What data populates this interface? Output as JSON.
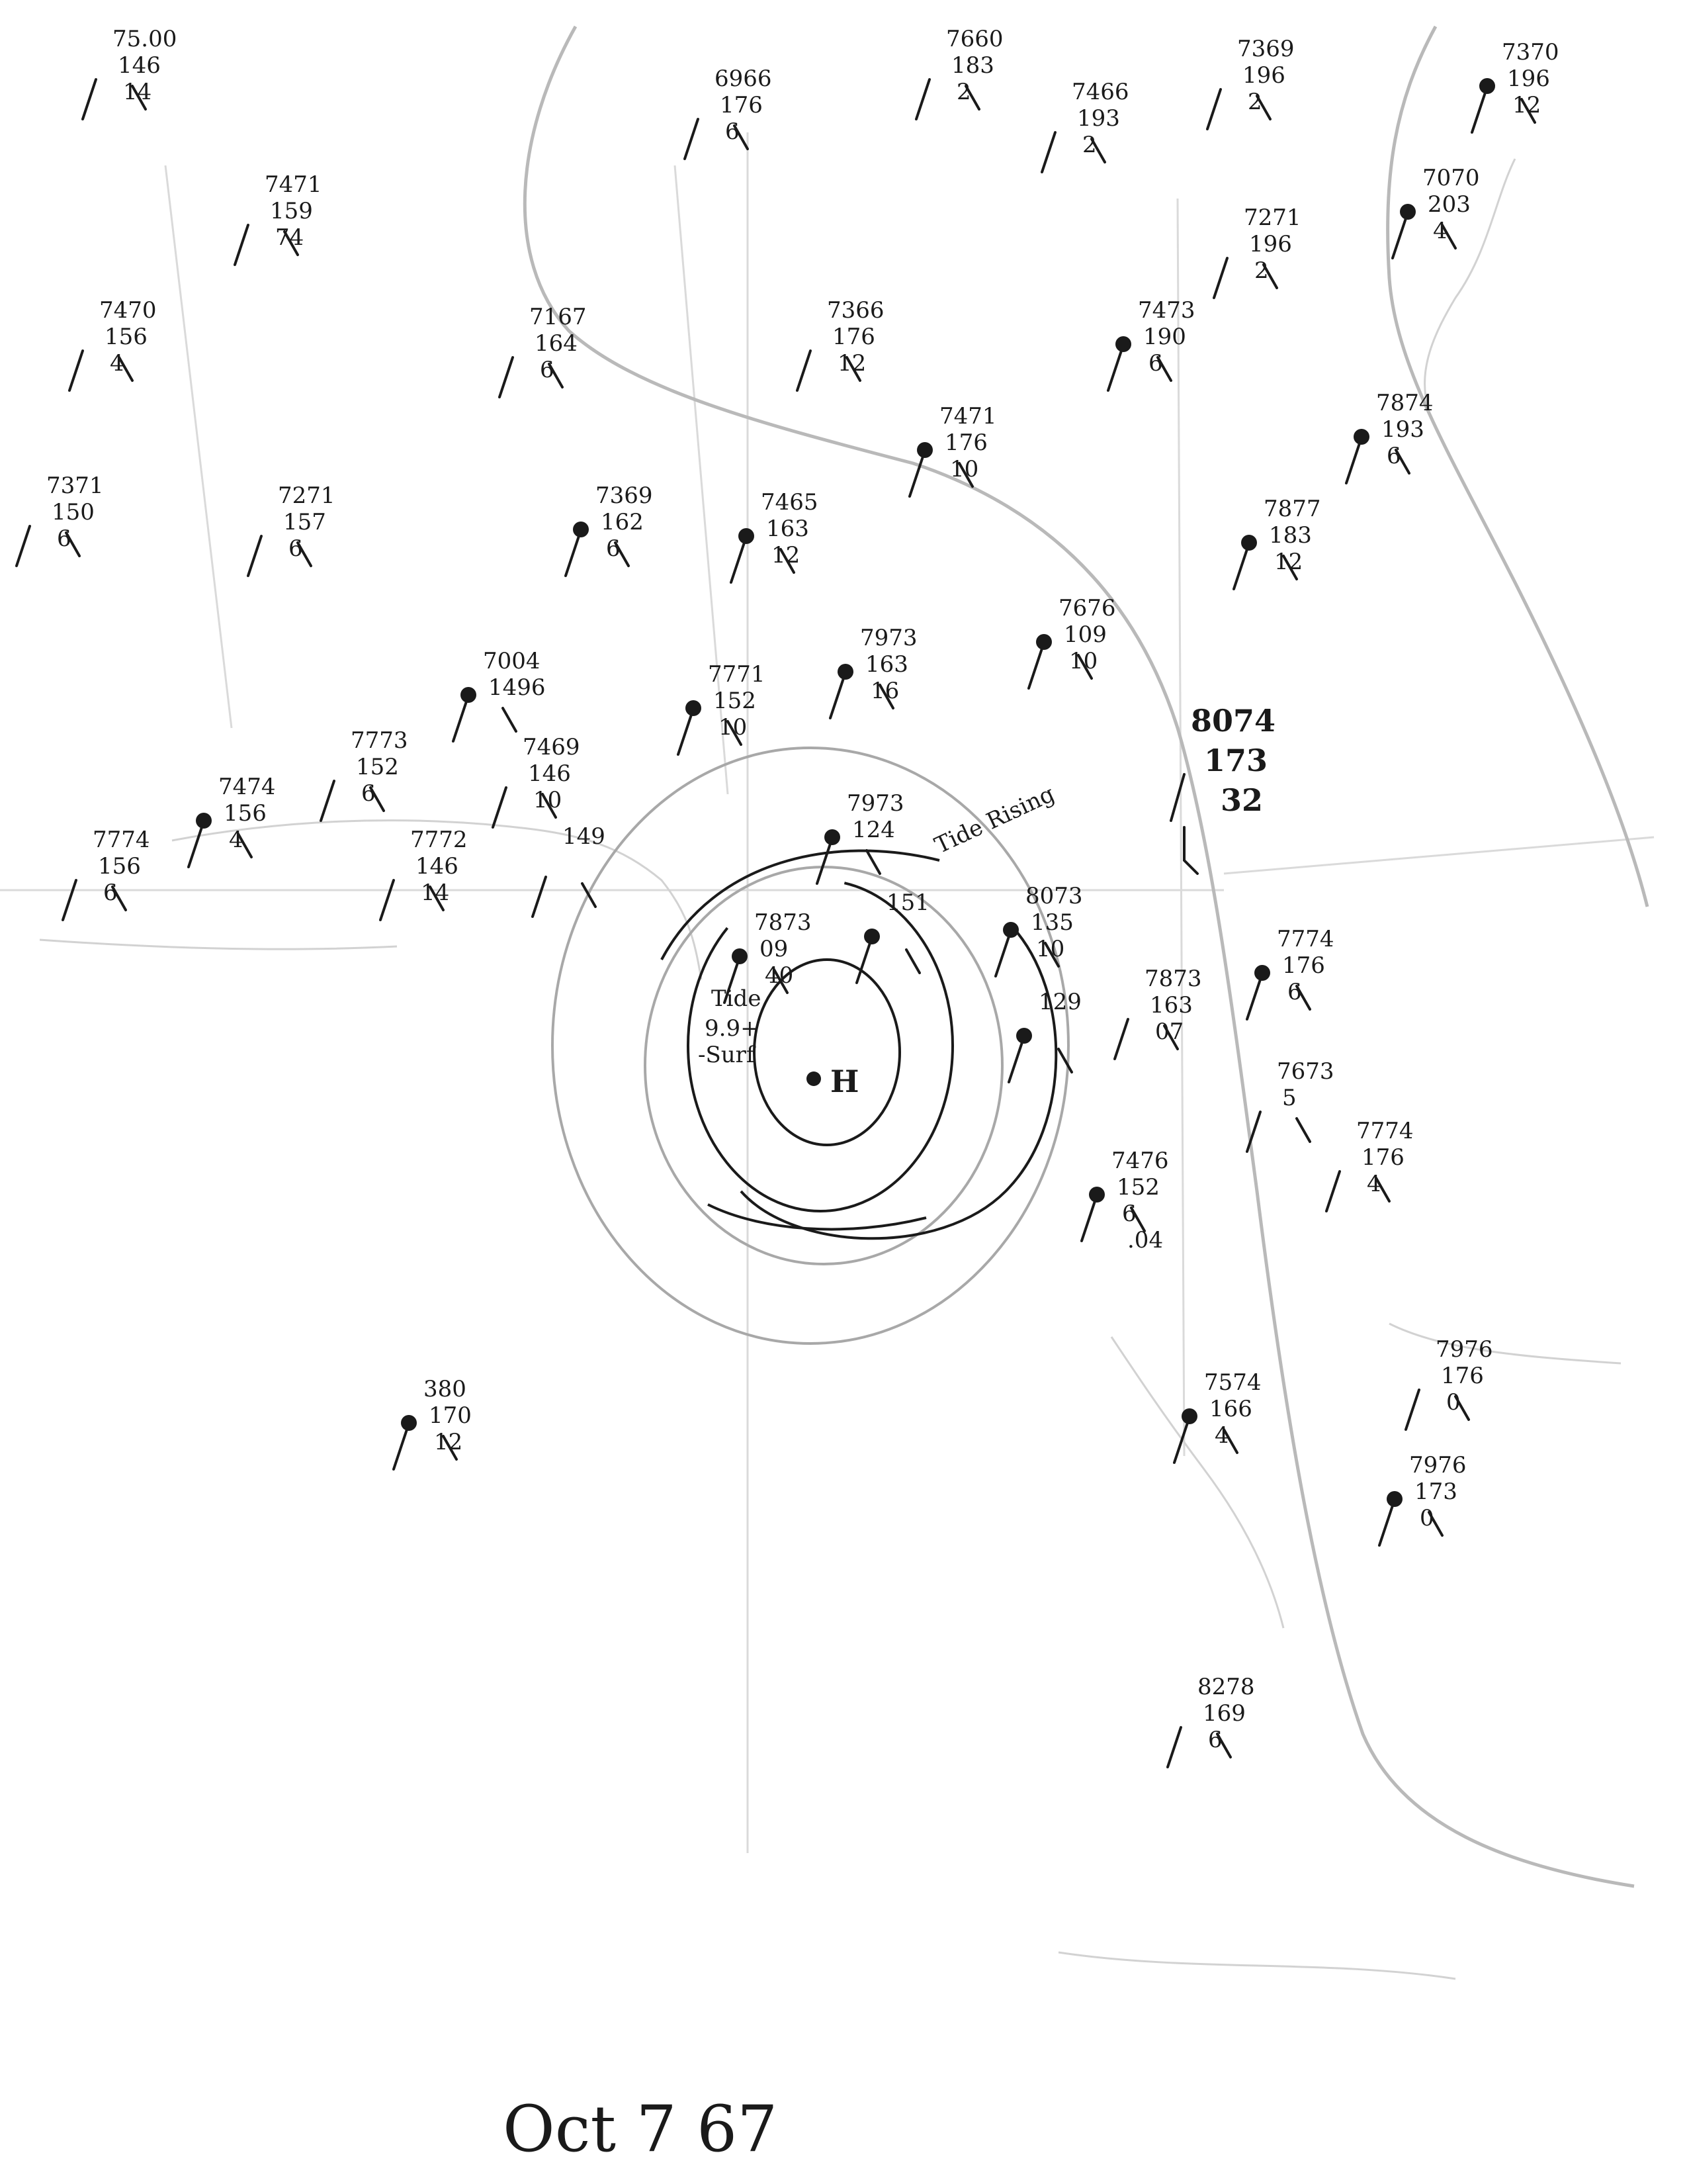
{
  "map": {
    "caption": "Oct 7 67",
    "center_label": "H",
    "stations": [
      {
        "id": "s1",
        "lines": [
          "75.00",
          "146",
          "14"
        ]
      },
      {
        "id": "s2",
        "lines": [
          "7471",
          "159",
          "74"
        ]
      },
      {
        "id": "s3",
        "lines": [
          "7470",
          "156",
          "4"
        ]
      },
      {
        "id": "s4",
        "lines": [
          "7371",
          "150",
          "6"
        ]
      },
      {
        "id": "s5",
        "lines": [
          "7271",
          "157",
          "6"
        ]
      },
      {
        "id": "s6",
        "lines": [
          "7167",
          "164",
          "6"
        ]
      },
      {
        "id": "s7",
        "lines": [
          "6966",
          "176",
          "6"
        ]
      },
      {
        "id": "s8",
        "lines": [
          "7660",
          "183",
          "2"
        ]
      },
      {
        "id": "s9",
        "lines": [
          "7466",
          "193",
          "2"
        ]
      },
      {
        "id": "s10",
        "lines": [
          "7369",
          "196",
          "2"
        ]
      },
      {
        "id": "s11",
        "lines": [
          "7370",
          "196",
          "12"
        ]
      },
      {
        "id": "s12",
        "lines": [
          "7070",
          "203",
          "4"
        ]
      },
      {
        "id": "s13",
        "lines": [
          "7271",
          "196",
          "2"
        ]
      },
      {
        "id": "s14",
        "lines": [
          "7366",
          "176",
          "12"
        ]
      },
      {
        "id": "s15",
        "lines": [
          "7473",
          "190",
          "6"
        ]
      },
      {
        "id": "s16",
        "lines": [
          "7471",
          "176",
          "10"
        ]
      },
      {
        "id": "s17",
        "lines": [
          "7874",
          "193",
          "6"
        ]
      },
      {
        "id": "s18",
        "lines": [
          "7877",
          "183",
          "12"
        ]
      },
      {
        "id": "s19",
        "lines": [
          "7369",
          "162",
          "6"
        ]
      },
      {
        "id": "s20",
        "lines": [
          "7465",
          "163",
          "12"
        ]
      },
      {
        "id": "s21",
        "lines": [
          "7676",
          "109",
          "10"
        ]
      },
      {
        "id": "s22",
        "lines": [
          "7004",
          "1496"
        ]
      },
      {
        "id": "s23",
        "lines": [
          "7771",
          "152",
          "10"
        ]
      },
      {
        "id": "s24",
        "lines": [
          "7973",
          "163",
          "16"
        ]
      },
      {
        "id": "s25",
        "lines": [
          "7773",
          "152",
          "6"
        ]
      },
      {
        "id": "s26",
        "lines": [
          "7469",
          "146",
          "10"
        ]
      },
      {
        "id": "s27",
        "lines": [
          "7474",
          "156",
          "4"
        ]
      },
      {
        "id": "s28",
        "lines": [
          "7774",
          "156",
          "6"
        ]
      },
      {
        "id": "s29",
        "lines": [
          "7772",
          "146",
          "14"
        ]
      },
      {
        "id": "s30",
        "lines": [
          "149"
        ]
      },
      {
        "id": "s31",
        "lines": [
          "7973",
          "124"
        ]
      },
      {
        "id": "s32",
        "lines": [
          "151"
        ]
      },
      {
        "id": "s33",
        "lines": [
          "8073",
          "135",
          "10"
        ]
      },
      {
        "id": "s34",
        "lines": [
          "7873",
          "09",
          "40"
        ]
      },
      {
        "id": "s35",
        "lines": [
          "129"
        ]
      },
      {
        "id": "s36",
        "lines": [
          "7774",
          "176",
          "6"
        ]
      },
      {
        "id": "s37",
        "lines": [
          "7873",
          "163",
          "07"
        ]
      },
      {
        "id": "s38",
        "lines": [
          "7673",
          "5"
        ]
      },
      {
        "id": "s39",
        "lines": [
          "7774",
          "176",
          "4"
        ]
      },
      {
        "id": "s40",
        "lines": [
          "7476",
          "152",
          "6",
          ".04"
        ]
      },
      {
        "id": "s41",
        "lines": [
          "7976",
          "176",
          "0"
        ]
      },
      {
        "id": "s42",
        "lines": [
          "7574",
          "166",
          "4"
        ]
      },
      {
        "id": "s43",
        "lines": [
          "7976",
          "173",
          "0"
        ]
      },
      {
        "id": "s44",
        "lines": [
          "8278",
          "169",
          "6"
        ]
      },
      {
        "id": "s45",
        "lines": [
          "380",
          "170",
          "12"
        ]
      }
    ],
    "big_station": {
      "lines": [
        "8074",
        "173",
        "32"
      ]
    },
    "center_notes": [
      "Tide",
      "9.9+",
      "-Surf"
    ],
    "east_note": "Tide Rising"
  }
}
